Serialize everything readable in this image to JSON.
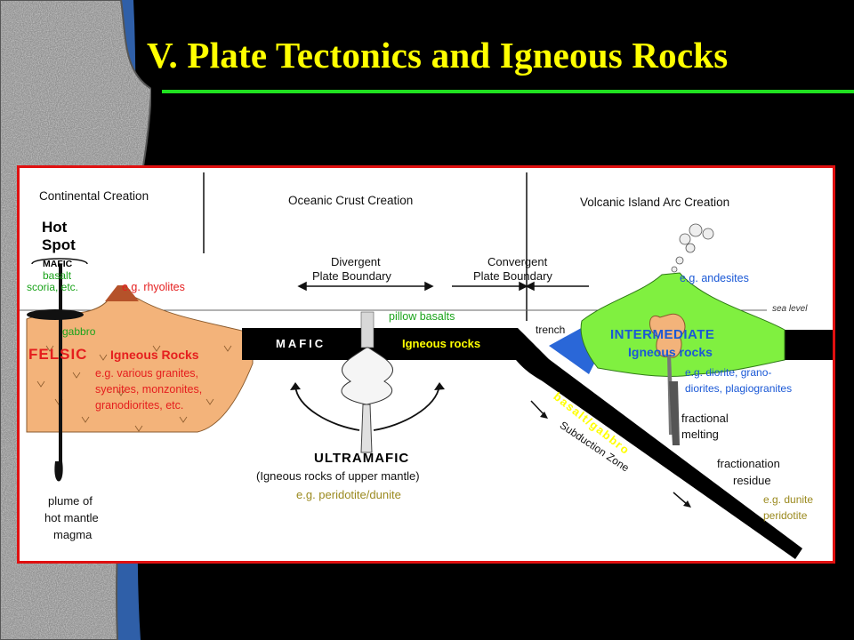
{
  "slide": {
    "title": "V. Plate Tectonics and Igneous Rocks"
  },
  "colors": {
    "title": "#ffff00",
    "rule": "#20e020",
    "frame": "#e01010",
    "felsic": "#f3b37a",
    "intermediate": "#80f040",
    "mafic": "#000000",
    "trench": "#2a67d8"
  },
  "diagram": {
    "headers": {
      "continental": "Continental Creation",
      "oceanic": "Oceanic Crust Creation",
      "island_arc": "Volcanic Island Arc Creation"
    },
    "hot_spot": {
      "line1": "Hot",
      "line2": "Spot",
      "mafic": "MAFIC",
      "basalt": "basalt",
      "scoria": "scoria, etc.",
      "gabbro": "gabbro"
    },
    "felsic": {
      "label": "FELSIC",
      "igneous": "Igneous Rocks",
      "ex1": "e.g. various granites,",
      "ex2": "syenites, monzonites,",
      "ex3": "granodiorites, etc.",
      "rhyolites": "e.g. rhyolites"
    },
    "plume": {
      "line1": "plume of",
      "line2": "hot mantle",
      "line3": "magma"
    },
    "divergent": {
      "line1": "Divergent",
      "line2": "Plate Boundary"
    },
    "convergent": {
      "line1": "Convergent",
      "line2": "Plate Boundary"
    },
    "pillow": "pillow basalts",
    "sea_level": "sea level",
    "trench": "trench",
    "mafic_band": {
      "mafic": "MAFIC",
      "igneous": "Igneous rocks"
    },
    "basalt_gabbro": "basalt/gabbro",
    "subduction": "Subduction Zone",
    "ultramafic": {
      "label": "ULTRAMAFIC",
      "desc": "(Igneous rocks of upper mantle)",
      "example": "e.g. peridotite/dunite"
    },
    "intermediate": {
      "label": "INTERMEDIATE",
      "igneous": "Igneous rocks",
      "andesites": "e.g. andesites",
      "ex1": "e.g. diorite, grano-",
      "ex2": "diorites, plagiogranites"
    },
    "fractional": {
      "line1": "fractional",
      "line2": "melting"
    },
    "residue": {
      "line1": "fractionation",
      "line2": "residue",
      "ex1": "e.g. dunite",
      "ex2": "peridotite"
    }
  }
}
